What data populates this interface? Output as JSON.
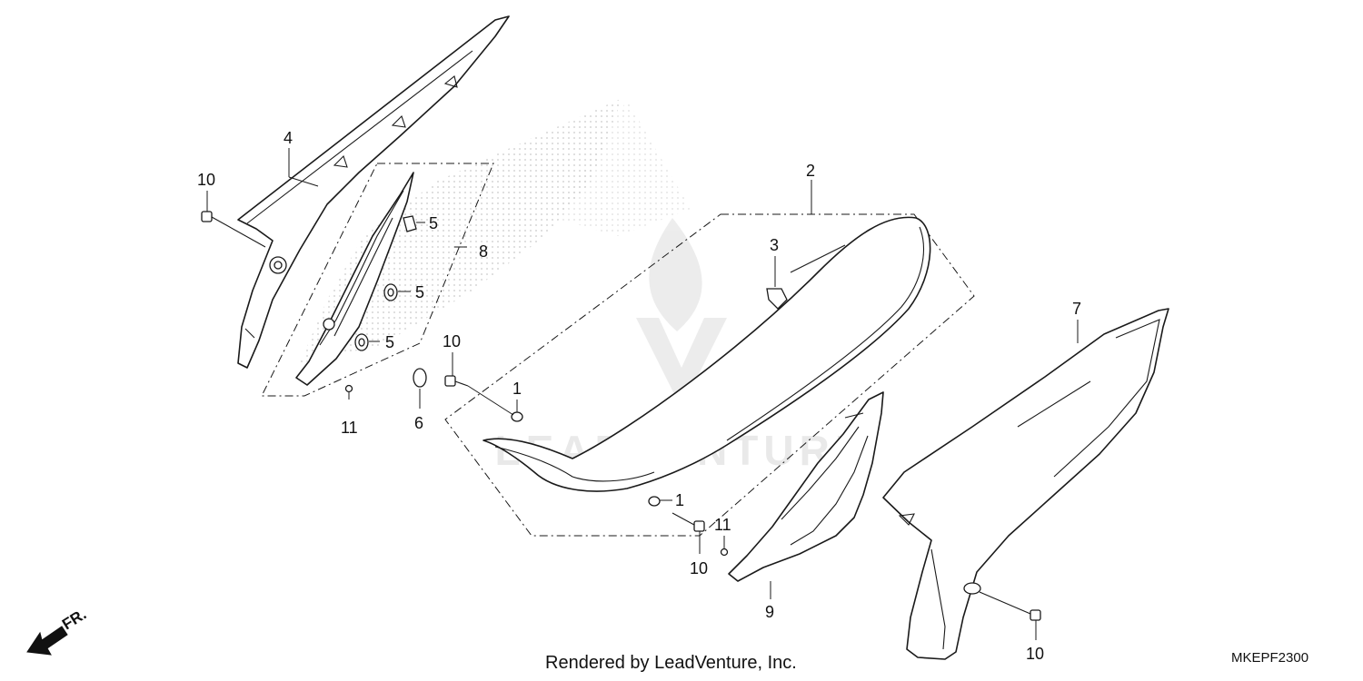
{
  "callouts": {
    "c1a": "1",
    "c1b": "1",
    "c2": "2",
    "c3": "3",
    "c4": "4",
    "c5a": "5",
    "c5b": "5",
    "c5c": "5",
    "c6": "6",
    "c7": "7",
    "c8": "8",
    "c9": "9",
    "c10a": "10",
    "c10b": "10",
    "c10c": "10",
    "c10d": "10",
    "c11a": "11",
    "c11b": "11"
  },
  "front_indicator": "FR.",
  "watermark": "LEADVENTURE",
  "credit": "Rendered by LeadVenture, Inc.",
  "diagram_code": "MKEPF2300"
}
